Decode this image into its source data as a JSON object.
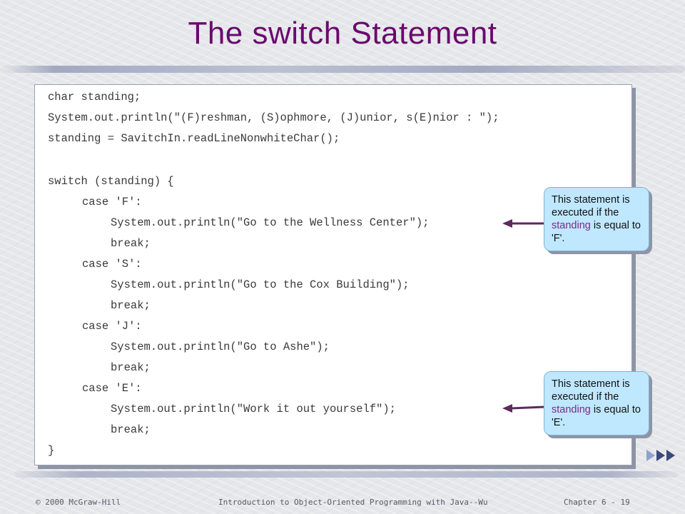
{
  "slide": {
    "title": "The switch Statement"
  },
  "code": {
    "lines": [
      "char standing;",
      "System.out.println(\"(F)reshman, (S)ophmore, (J)unior, s(E)nior : \");",
      "standing = SavitchIn.readLineNonwhiteChar();",
      "",
      "switch (standing) {",
      "case 'F':",
      "System.out.println(\"Go to the Wellness Center\");",
      "break;",
      "case 'S':",
      "System.out.println(\"Go to the Cox Building\");",
      "break;",
      "case 'J':",
      "System.out.println(\"Go to Ashe\");",
      "break;",
      "case 'E':",
      "System.out.println(\"Work it out yourself\");",
      "break;",
      "}"
    ]
  },
  "callouts": [
    {
      "pre": "This statement is executed if the ",
      "keyword": "standing",
      "post": " is equal to 'F'."
    },
    {
      "pre": "This statement is executed if the ",
      "keyword": "standing",
      "post": " is equal to 'E'."
    }
  ],
  "footer": {
    "left": "© 2000 McGraw-Hill",
    "center": "Introduction to Object-Oriented Programming with Java--Wu",
    "right": "Chapter 6 - 19"
  },
  "colors": {
    "title": "#6a0a6e",
    "callout_bg": "#bfe8ff",
    "arrow": "#5e2a5e",
    "highlight": "#7b2a86"
  },
  "icons": {
    "nav": [
      "nav-arrow-light-icon",
      "nav-arrow-dark-icon",
      "nav-arrow-dark-icon"
    ]
  }
}
